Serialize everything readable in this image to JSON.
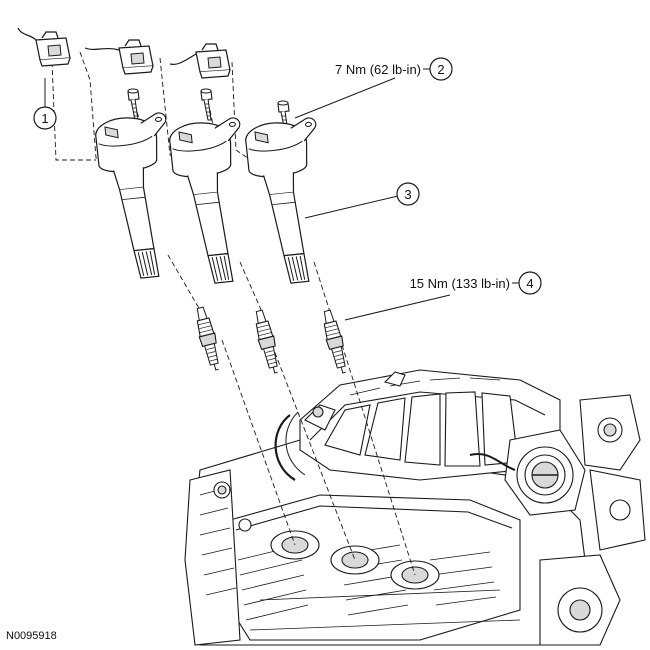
{
  "callouts": [
    {
      "number": "1"
    },
    {
      "number": "2",
      "torque": "7 Nm (62 lb-in)"
    },
    {
      "number": "3"
    },
    {
      "number": "4",
      "torque": "15 Nm (133 lb-in)"
    }
  ],
  "figure_id": "N0095918",
  "colors": {
    "line": "#1a1a1a",
    "fill": "#ffffff",
    "shade": "#d9d9d9"
  }
}
